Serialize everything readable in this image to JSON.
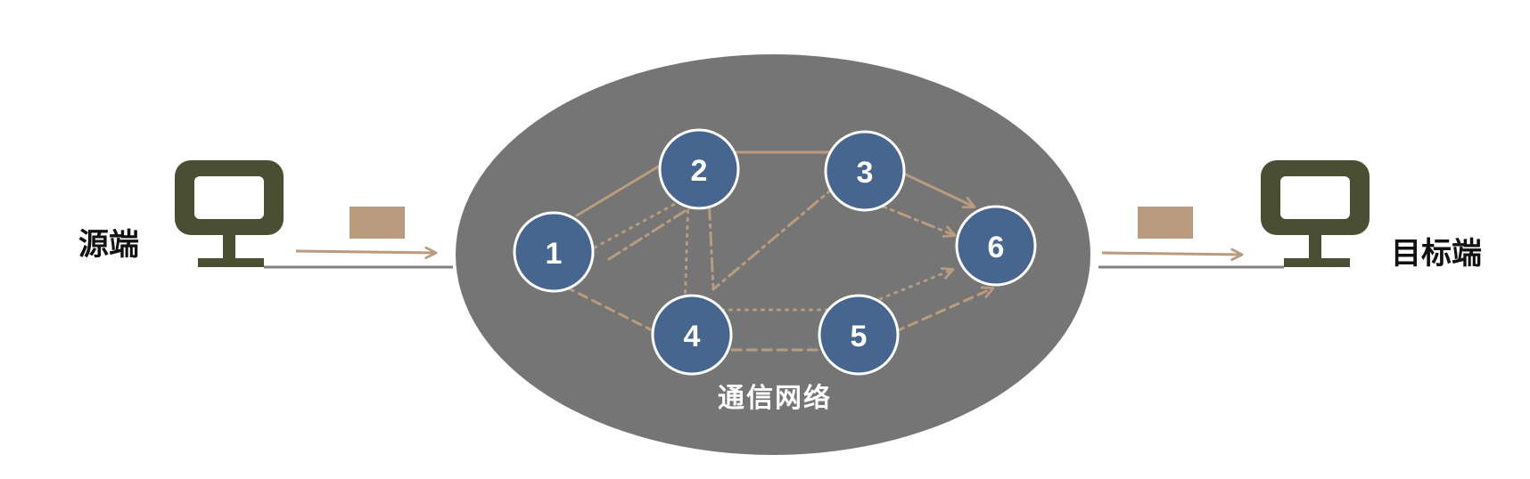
{
  "source": {
    "label": "源端"
  },
  "destination": {
    "label": "目标端"
  },
  "network": {
    "label": "通信网络",
    "nodes": [
      {
        "id": "1",
        "label": "1"
      },
      {
        "id": "2",
        "label": "2"
      },
      {
        "id": "3",
        "label": "3"
      },
      {
        "id": "4",
        "label": "4"
      },
      {
        "id": "5",
        "label": "5"
      },
      {
        "id": "6",
        "label": "6"
      }
    ],
    "paths": [
      {
        "style": "solid",
        "route": [
          "1",
          "2",
          "3",
          "6"
        ]
      },
      {
        "style": "dotted",
        "route": [
          "1",
          "2",
          "4",
          "5",
          "6"
        ]
      },
      {
        "style": "dash-dot",
        "route": [
          "1",
          "2",
          "4",
          "3",
          "6"
        ]
      },
      {
        "style": "dashed",
        "route": [
          "1",
          "4",
          "5",
          "6"
        ]
      }
    ]
  },
  "colors": {
    "network_ellipse": "#757575",
    "node_fill": "#46658f",
    "node_stroke": "#ffffff",
    "path": "#b99b7e",
    "packet": "#b99b7e",
    "computer": "#4a4e33",
    "cable": "#808080"
  },
  "icons": {
    "source": "computer-monitor-icon",
    "destination": "computer-monitor-icon",
    "packet": "data-packet-icon"
  }
}
